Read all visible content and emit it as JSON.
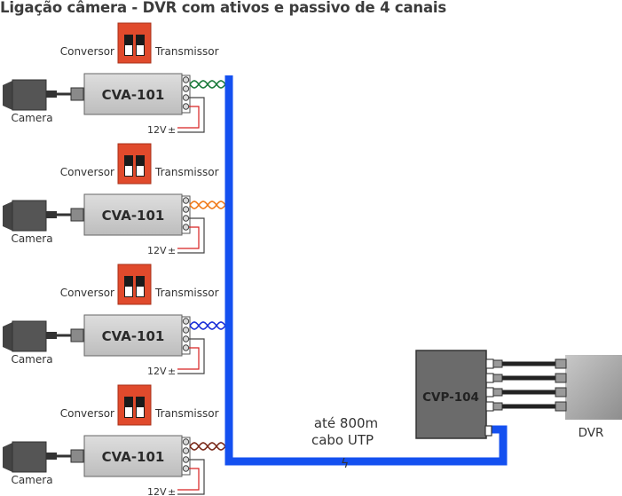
{
  "title": "Ligação câmera - DVR com ativos e passivo de 4 canais",
  "channels": [
    {
      "camera_label": "Camera",
      "device_label": "CVA-101",
      "conversor_label": "Conversor",
      "transmissor_label": "Transmissor",
      "power_label": "12V",
      "power_symbol": "±",
      "twist_color": "#1a7a3a"
    },
    {
      "camera_label": "Camera",
      "device_label": "CVA-101",
      "conversor_label": "Conversor",
      "transmissor_label": "Transmissor",
      "power_label": "12V",
      "power_symbol": "±",
      "twist_color": "#f07a1a"
    },
    {
      "camera_label": "Camera",
      "device_label": "CVA-101",
      "conversor_label": "Conversor",
      "transmissor_label": "Transmissor",
      "power_label": "12V",
      "power_symbol": "±",
      "twist_color": "#1a2fd8"
    },
    {
      "camera_label": "Camera",
      "device_label": "CVA-101",
      "conversor_label": "Conversor",
      "transmissor_label": "Transmissor",
      "power_label": "12V",
      "power_symbol": "±",
      "twist_color": "#7a2a1a"
    }
  ],
  "passive": {
    "label": "CVP-104"
  },
  "dvr": {
    "label": "DVR"
  },
  "cable": {
    "line1": "até 800m",
    "line2": "cabo UTP",
    "color": "#1450f0"
  }
}
